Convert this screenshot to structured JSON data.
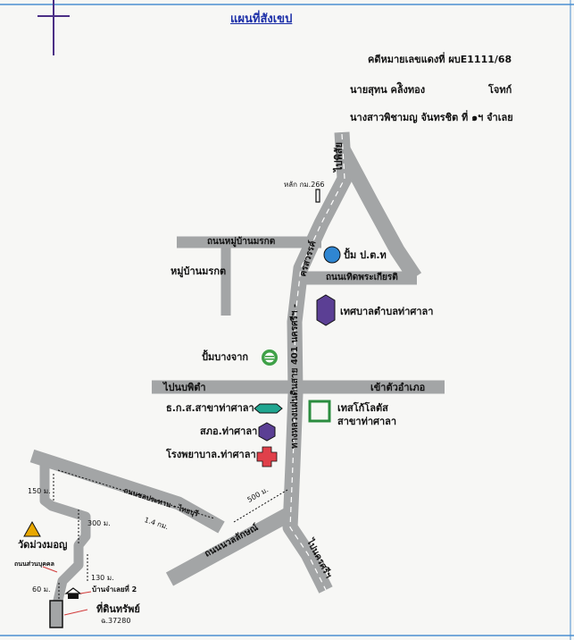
{
  "title": "แผนที่สังเขป",
  "case_no_label": "คดีหมายเลขแดงที่ ผบE1111/68",
  "plaintiff": {
    "name": "นายสุทน คล้ิงทอง",
    "role": "โจทก์"
  },
  "defendant": "นางสาวพิชามญ จันทรชิต ที่ ๑ฯ จำเลย",
  "roads": {
    "to_phisai": "ไปพิสัย",
    "km_marker": "หลัก กม.266",
    "mu_ban_morakot_road": "ถนนหมู่บ้านมรกต",
    "mu_ban_morakot": "หมู่บ้านมรกต",
    "highway_201": "ครสวรรค์",
    "thetsaban_road": "ถนนเทิดพระเกียรติ",
    "highway_401": "ทางหลวงแผ่นดินสาย 401 นครศรีฯ -",
    "to_phipun": "ไปนบพิตำ",
    "to_town": "เข้าตัวอำเภอ",
    "chonprathan_road": "ถนนชลประทาน - ไทยบุรี",
    "nawalsak_road": "ถนนนวลลักษณ์",
    "to_nakhon": "ไปนครศรีฯ"
  },
  "places": {
    "ptt_station": "ปั้ม ป.ต.ท",
    "municipality": "เทศบาลตำบลท่าศาลา",
    "bangchak_station": "ปั้มบางจาก",
    "baac_bank": "ธ.ก.ส.สาขาท่าศาลา",
    "tesco_lotus": "เทสโก้โลตัส",
    "tesco_branch": "สาขาท่าศาลา",
    "police": "สภอ.ท่าศาลา",
    "hospital": "โรงพยาบาล.ท่าศาลา",
    "wat_muang_mon": "วัดม่วงมอญ",
    "public_road": "ถนนส่วนบุคคล",
    "house_no_2": "บ้านจำเลยที่ 2",
    "property_plot": "ที่ดินทรัพย์",
    "deed_no": "ฉ.37280"
  },
  "distances": {
    "d150": "150 ม.",
    "d300": "300 ม.",
    "d1400": "1.4 กม.",
    "d500": "500 ม.",
    "d130": "130 ม.",
    "d60": "60 ม."
  },
  "colors": {
    "road": "#a3a5a6",
    "title": "#1c2fa8",
    "ptt": "#2f86d2",
    "municipality": "#5b3f94",
    "bangchak": "#3fa148",
    "baac": "#21a690",
    "tesco": "#2b8c3f",
    "police": "#5b3f94",
    "hospital": "#e0404a",
    "temple": "#e8a700",
    "frame_line": "#4b8fd1",
    "compass": "#4b2f86"
  },
  "icons": {
    "compass": "north-cross-icon",
    "ptt": "circle-icon",
    "municipality": "hexagon-icon",
    "bangchak": "bangchak-logo-icon",
    "baac": "hexagon-icon",
    "tesco": "square-icon",
    "police": "hexagon-icon",
    "hospital": "cross-icon",
    "temple": "triangle-icon",
    "house": "house-icon"
  }
}
